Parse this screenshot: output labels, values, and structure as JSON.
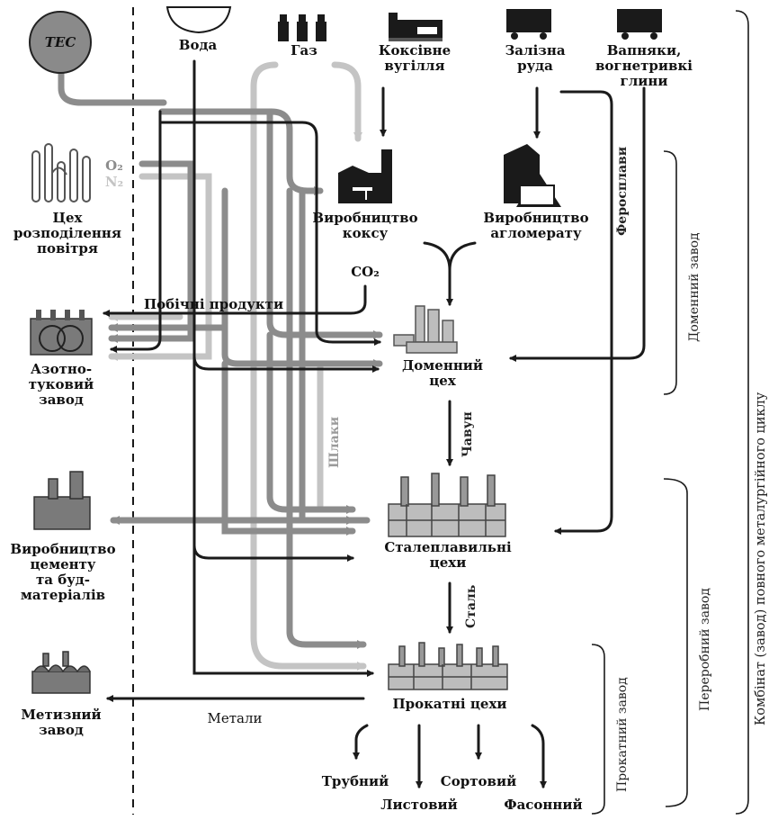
{
  "colors": {
    "dark": "#1a1a1a",
    "grey": "#8c8c8c",
    "light": "#c4c4c4"
  },
  "resources": {
    "tec": "ТЕС",
    "water": "Вода",
    "gas": "Газ",
    "coal": "Коксівне\nвугілля",
    "ore": "Залізна\nруда",
    "limestone": "Вапняки,\nвогнетривкі\nглини"
  },
  "shops": {
    "air_separation": "Цех\nрозподілення\nповітря",
    "coke": "Виробництво\nкоксу",
    "agglomerate": "Виробництво\nагломерату",
    "blast_furnace": "Доменний\nцех",
    "steelmaking": "Сталеплавильні\nцехи",
    "rolling": "Прокатні цехи"
  },
  "consumers": {
    "nitrogen": "Азотно-\nтуковий\nзавод",
    "cement": "Виробництво\nцементу\nта буд-\nматеріалів",
    "hardware": "Метизний\nзавод"
  },
  "flows": {
    "byproducts": "Побічні продукти",
    "metals": "Метали",
    "ferroalloys": "Феросплави",
    "cast_iron": "Чавун",
    "steel": "Сталь",
    "slag": "Шлаки",
    "o2": "O₂",
    "n2": "N₂",
    "co2": "CO₂"
  },
  "products": {
    "pipe": "Трубний",
    "sheet": "Листовий",
    "section": "Сортовий",
    "shaped": "Фасонний"
  },
  "brackets": {
    "blast_plant": "Доменний завод",
    "processing_plant": "Переробний завод",
    "rolling_plant": "Прокатний завод",
    "combine": "Комбінат (завод) повного металургійного циклу"
  }
}
